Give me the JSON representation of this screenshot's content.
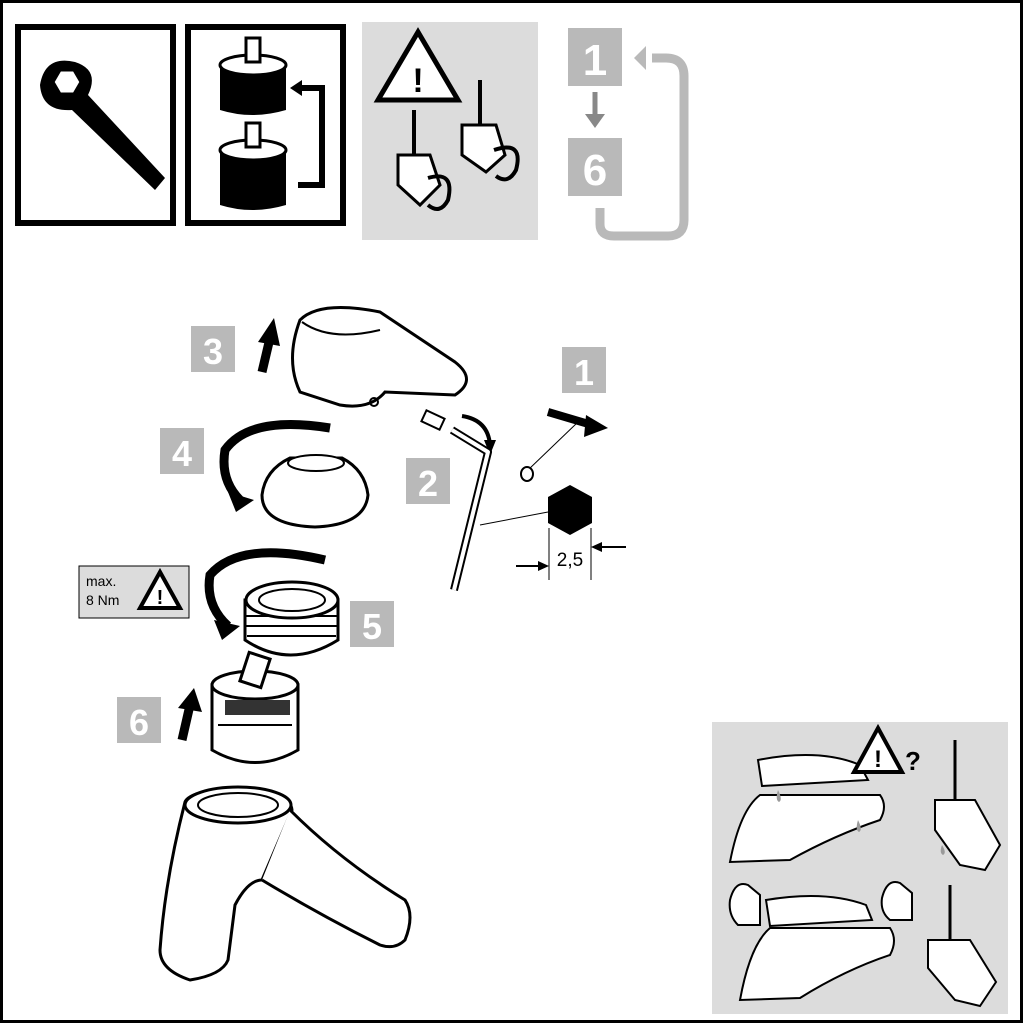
{
  "colors": {
    "step_box": "#b9b9b9",
    "panel_gray": "#dcdcdc",
    "outline": "#000000",
    "background": "#ffffff",
    "loop_arrow": "#b9b9b9"
  },
  "header": {
    "icons": [
      "wrench-icon",
      "cartridge-replace-icon",
      "shutoff-valve-warning-icon",
      "repeat-steps-icon"
    ],
    "sequence": {
      "start": "1",
      "end": "6"
    }
  },
  "steps": {
    "s1": "1",
    "s2": "2",
    "s3": "3",
    "s4": "4",
    "s5": "5",
    "s6": "6"
  },
  "hex_key_size": "2,5",
  "torque_label": {
    "line1": "max.",
    "line2": "8 Nm"
  },
  "check_panel": {
    "question_mark": "?"
  }
}
